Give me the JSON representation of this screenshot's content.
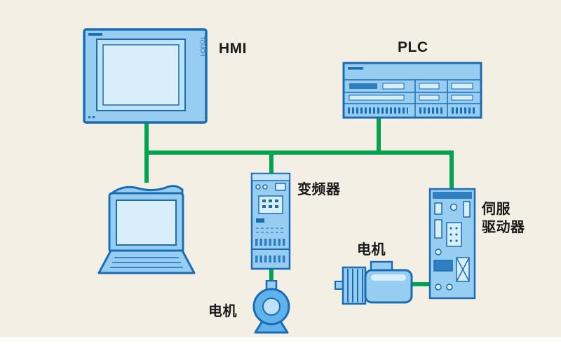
{
  "canvas": {
    "background": "#f3efe4",
    "bottom_strip": "#ffffff"
  },
  "colors": {
    "network_green": "#00a44f",
    "device_fill": "#97cdf1",
    "device_fill_light": "#d9eefb",
    "device_mid_blue": "#5fb2ea",
    "device_accent": "#2f7fc0",
    "device_border": "#1b6db3",
    "label_text": "#1a1a1a"
  },
  "labels": {
    "hmi": "HMI",
    "plc": "PLC",
    "inverter": "变频器",
    "servo_drive_line1": "伺服",
    "servo_drive_line2": "驱动器",
    "motor_inverter": "电机",
    "motor_servo": "电机",
    "hmi_touch": "TOUCH"
  },
  "diagram": {
    "type": "network-topology",
    "nodes": [
      {
        "id": "hmi",
        "label": "HMI",
        "kind": "touch-panel"
      },
      {
        "id": "plc",
        "label": "PLC",
        "kind": "controller"
      },
      {
        "id": "laptop",
        "label": "",
        "kind": "engineering-pc"
      },
      {
        "id": "inverter",
        "label": "变频器",
        "kind": "frequency-converter"
      },
      {
        "id": "servo-drive",
        "label": "伺服驱动器",
        "kind": "servo-drive"
      },
      {
        "id": "motor-1",
        "label": "电机",
        "kind": "motor"
      },
      {
        "id": "motor-2",
        "label": "电机",
        "kind": "servo-motor"
      }
    ],
    "connections": [
      {
        "from": "hmi",
        "to": "bus"
      },
      {
        "from": "laptop",
        "to": "bus"
      },
      {
        "from": "plc",
        "to": "bus"
      },
      {
        "from": "inverter",
        "to": "bus"
      },
      {
        "from": "servo-drive",
        "to": "bus"
      },
      {
        "from": "inverter",
        "to": "motor-1"
      },
      {
        "from": "servo-drive",
        "to": "motor-2"
      }
    ]
  }
}
